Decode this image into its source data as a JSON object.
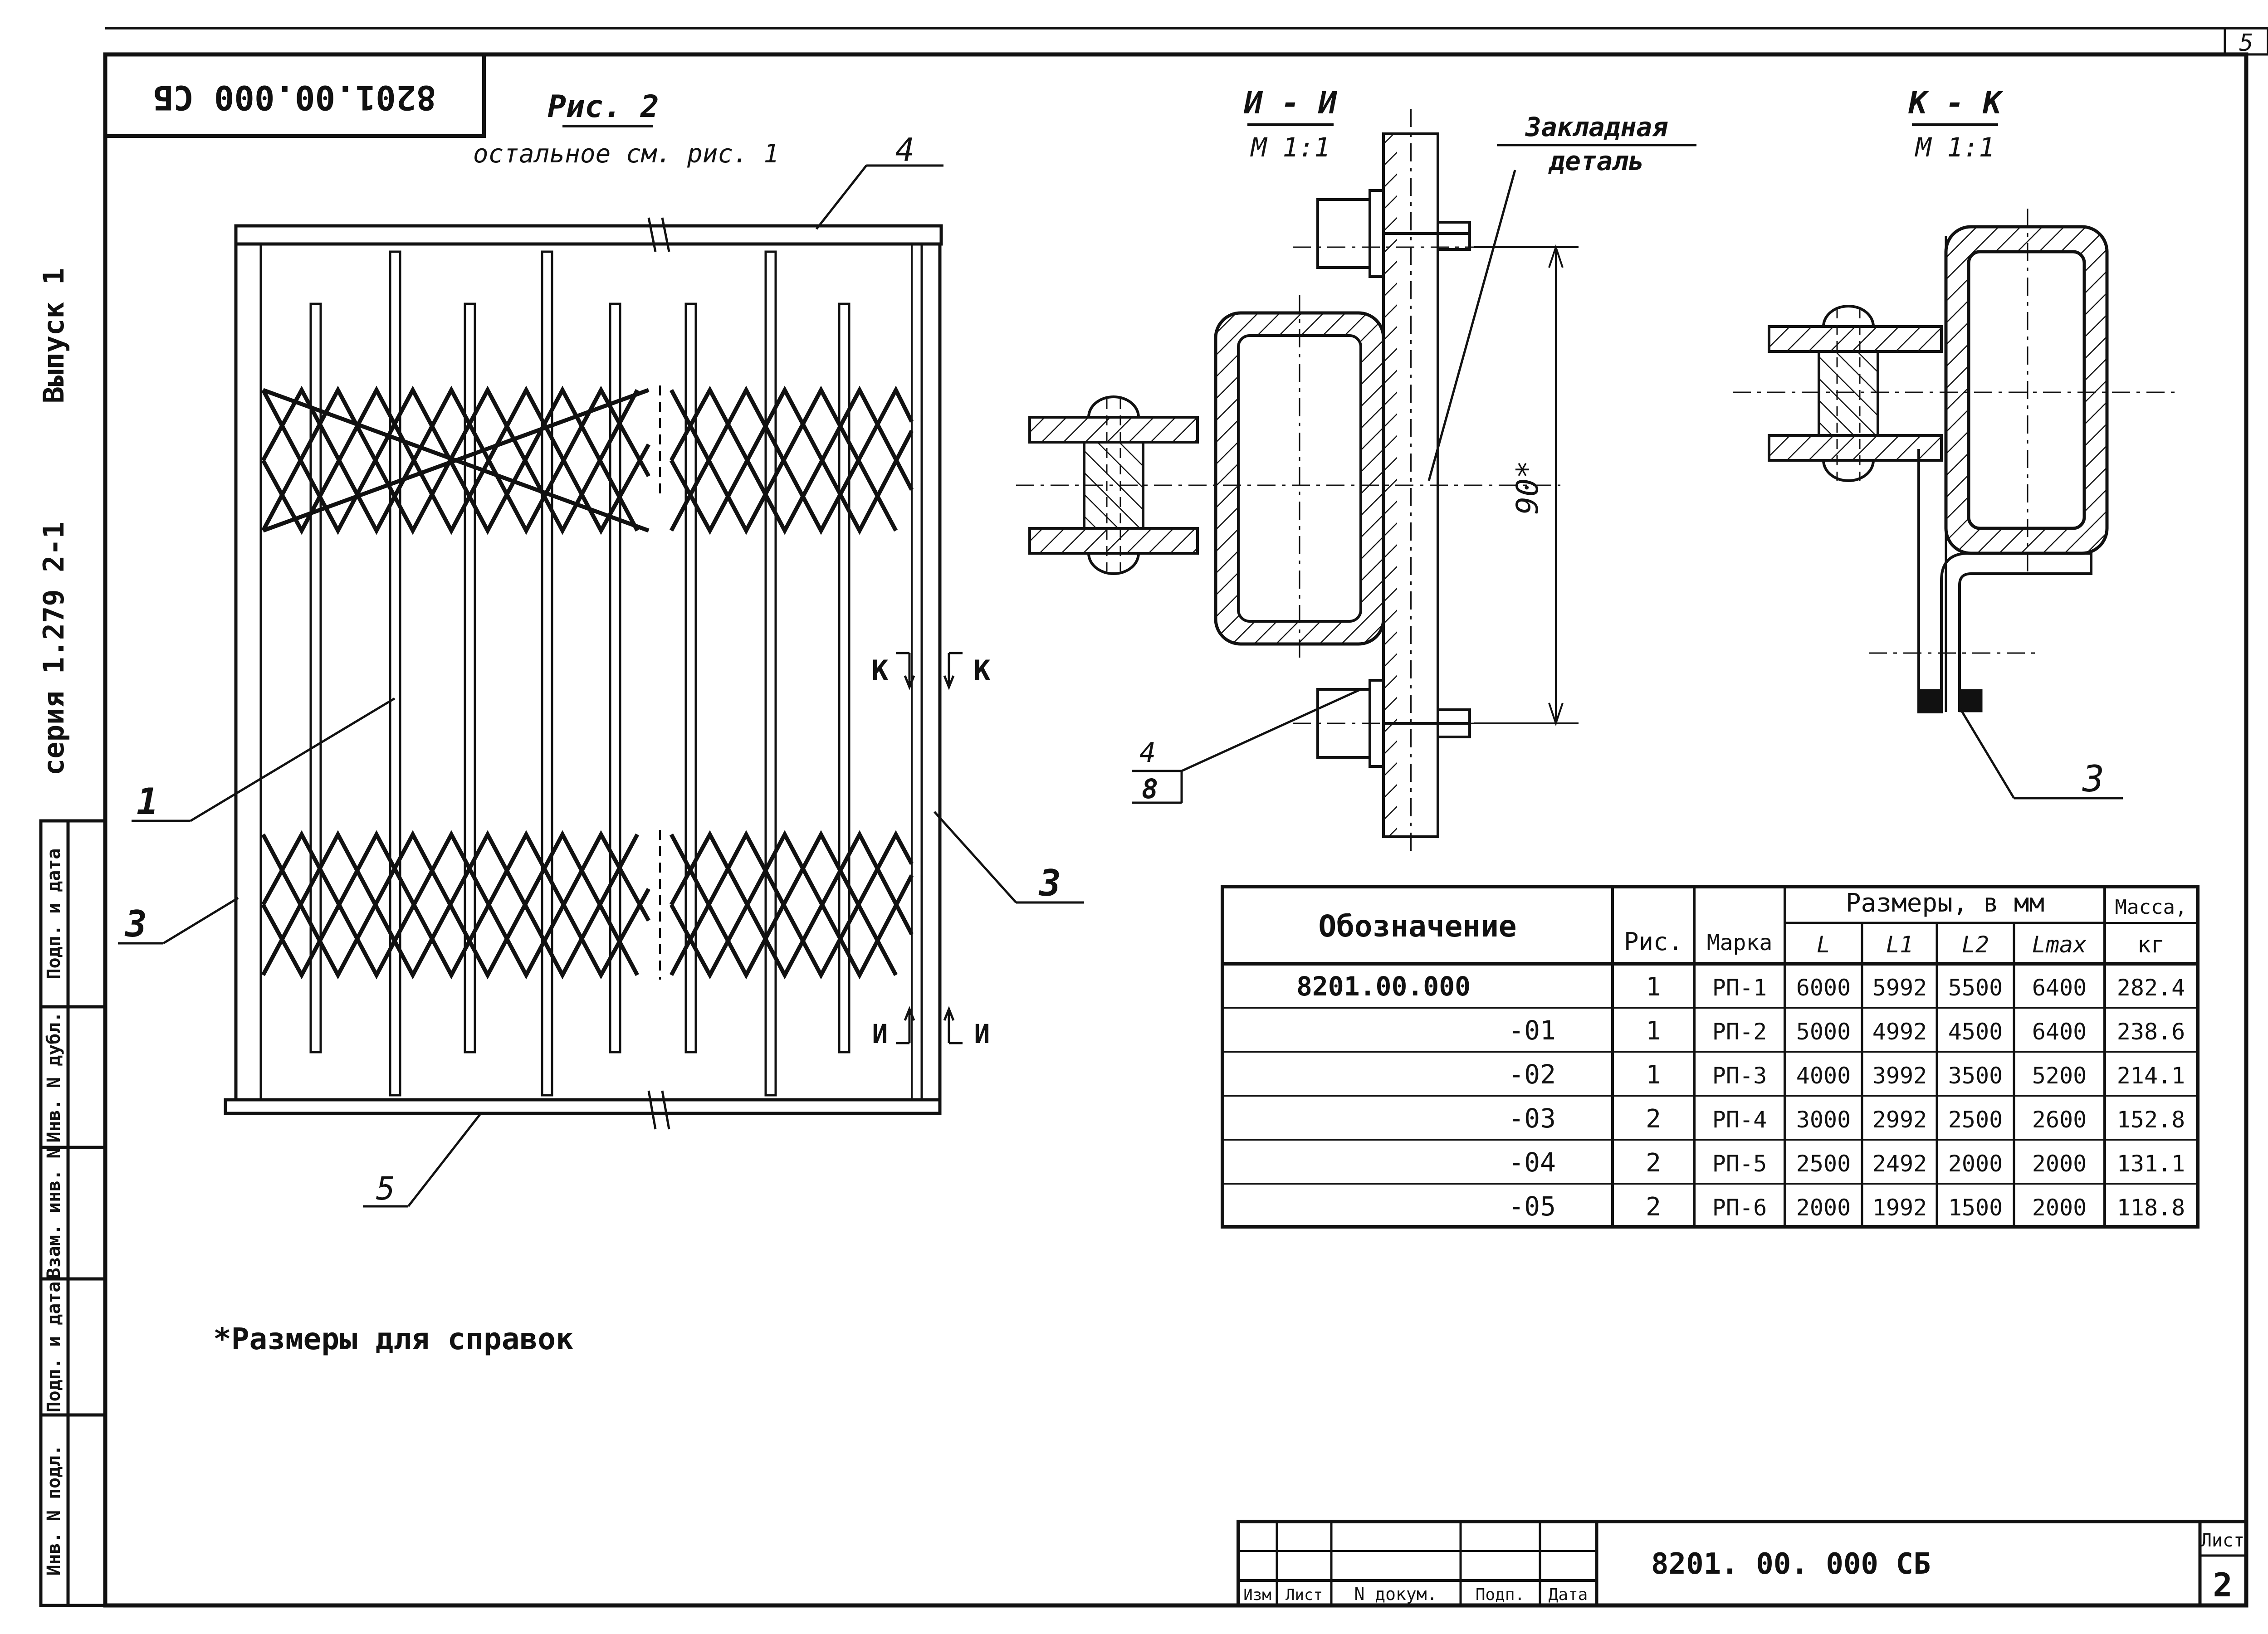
{
  "sheet_corner_number": "5",
  "code_box": "8201.00.000 СБ",
  "side_labels": {
    "series": "серия 1.279 2-1",
    "issue": "Выпуск 1"
  },
  "side_stamp": [
    "Инв. N подл.",
    "Подп. и дата",
    "Взам. инв. N",
    "Инв. N дубл.",
    "Подп. и дата"
  ],
  "fig2": {
    "title": "Рис. 2",
    "subtitle": "остальное см. рис. 1",
    "callouts": [
      "1",
      "3",
      "3",
      "4",
      "5"
    ],
    "section_marks": [
      "К",
      "К",
      "И",
      "И"
    ]
  },
  "section_ii": {
    "title": "И - И",
    "scale": "М 1:1",
    "embedded_label_1": "Закладная",
    "embedded_label_2": "деталь",
    "dimension": "90*",
    "leader_top": "4",
    "leader_bottom": "8"
  },
  "section_kk": {
    "title": "К - К",
    "scale": "М 1:1",
    "callout": "3"
  },
  "table": {
    "headers": {
      "designation": "Обозначение",
      "fig": "Рис.",
      "mark": "Марка",
      "sizes": "Размеры, в мм",
      "mass_1": "Масса,",
      "mass_2": "кг",
      "L": "L",
      "L1": "L1",
      "L2": "L2",
      "Lmax": "Lmax"
    },
    "rows": [
      {
        "designation": "8201.00.000",
        "fig": "1",
        "mark": "РП-1",
        "L": "6000",
        "L1": "5992",
        "L2": "5500",
        "Lmax": "6400",
        "mass": "282.4"
      },
      {
        "designation": "-01",
        "fig": "1",
        "mark": "РП-2",
        "L": "5000",
        "L1": "4992",
        "L2": "4500",
        "Lmax": "6400",
        "mass": "238.6"
      },
      {
        "designation": "-02",
        "fig": "1",
        "mark": "РП-3",
        "L": "4000",
        "L1": "3992",
        "L2": "3500",
        "Lmax": "5200",
        "mass": "214.1"
      },
      {
        "designation": "-03",
        "fig": "2",
        "mark": "РП-4",
        "L": "3000",
        "L1": "2992",
        "L2": "2500",
        "Lmax": "2600",
        "mass": "152.8"
      },
      {
        "designation": "-04",
        "fig": "2",
        "mark": "РП-5",
        "L": "2500",
        "L1": "2492",
        "L2": "2000",
        "Lmax": "2000",
        "mass": "131.1"
      },
      {
        "designation": "-05",
        "fig": "2",
        "mark": "РП-6",
        "L": "2000",
        "L1": "1992",
        "L2": "1500",
        "Lmax": "2000",
        "mass": "118.8"
      }
    ]
  },
  "footnote": "*Размеры для справок",
  "title_block": {
    "cols": [
      "Изм",
      "Лист",
      "N докум.",
      "Подп.",
      "Дата"
    ],
    "code": "8201. 00. 000 СБ",
    "sheet_label": "Лист",
    "sheet_number": "2"
  },
  "colors": {
    "ink": "#111111",
    "paper": "#ffffff"
  }
}
